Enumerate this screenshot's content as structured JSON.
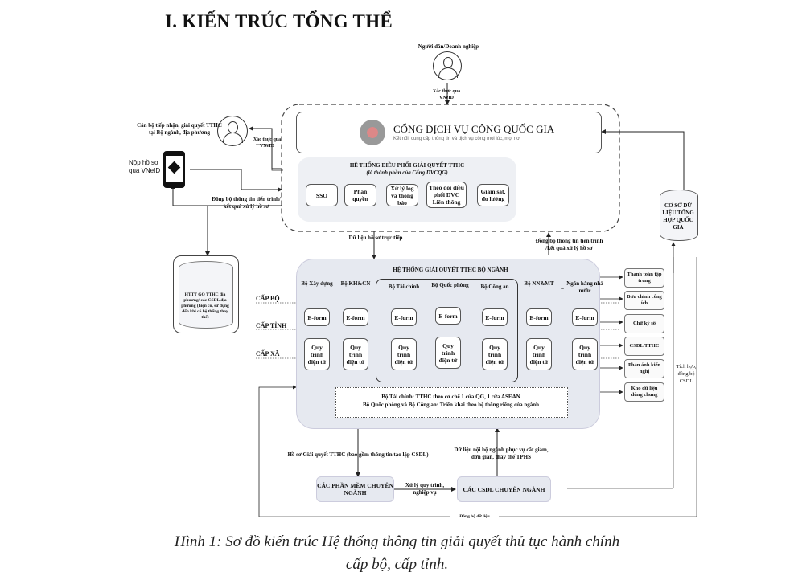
{
  "heading": "I. KIẾN TRÚC TỔNG THỂ",
  "citizen": {
    "label": "Người dân/Doanh nghiệp",
    "auth_label": "Xác thực qua VNeID"
  },
  "officer": {
    "label": "Cán bộ tiếp nhận, giải quyết TTHC tại Bộ ngành, địa phương",
    "auth_label": "Xác thực qua VNeID"
  },
  "mobile": {
    "label": "Nộp hồ sơ qua VNeID"
  },
  "sync_left_label": "Đồng bộ thông tin tiến trình/ kết quả xử lý hồ sơ",
  "portal": {
    "title": "CỔNG DỊCH VỤ CÔNG QUỐC GIA",
    "subtitle": "Kết nối, cung cấp thông tin và dịch vụ công mọi lúc, mọi nơi"
  },
  "coordination": {
    "title": "HỆ THỐNG ĐIỀU PHỐI GIẢI QUYẾT TTHC",
    "subtitle": "(là thành phần của Cổng DVCQG)",
    "modules": [
      "SSO",
      "Phân quyền",
      "Xử lý log và thông báo",
      "Theo dõi điều phối DVC Liên thông",
      "Giám sát, đo lường"
    ]
  },
  "direct_data_label": "Dữ liệu hồ sơ trực tiếp",
  "sync_right_label": "Đồng bộ thông tin tiến trình /kết quả xử lý hồ sơ",
  "national_db": "CƠ SỞ DỮ LIỆU TỔNG HỢP QUỐC GIA",
  "local_db": "HTTT GQ TTHC địa phương/ các CSDL địa phương (hiện có, sử dụng đến khi có hệ thống thay thế)",
  "levels": [
    "CẤP BỘ",
    "CẤP TỈNH",
    "CẤP XÃ"
  ],
  "ministry_system": {
    "title": "HỆ THỐNG GIẢI QUYẾT TTHC BỘ NGÀNH",
    "columns": [
      {
        "name": "Bộ Xây dựng",
        "eform": "E-form",
        "process": "Quy trình điện tử"
      },
      {
        "name": "Bộ KH&CN",
        "eform": "E-form",
        "process": "Quy trình điện tử"
      },
      {
        "name": "Bộ Tài chính",
        "eform": "E-form",
        "process": "Quy trình điện tử"
      },
      {
        "name": "Bộ Quốc phòng",
        "eform": "E-form",
        "process": "Quy trình điện tử"
      },
      {
        "name": "Bộ Công an",
        "eform": "E-form",
        "process": "Quy trình điện tử"
      },
      {
        "name": "Bộ NN&MT",
        "eform": "E-form",
        "process": "Quy trình điện tử"
      },
      {
        "name": "Ngân hàng nhà nước",
        "eform": "E-form",
        "process": "Quy trình điện tử"
      }
    ],
    "separator": "–",
    "note_line1": "Bộ Tài chính:  TTHC theo cơ chế 1 cửa QG, 1 cửa ASEAN",
    "note_line2": "Bộ Quốc phòng và Bộ Công an: Triển khai theo hệ thống riêng của ngành"
  },
  "side_services": [
    "Thanh toán tập trung",
    "Bưu chính công ích",
    "Chữ ký số",
    "CSDL TTHC",
    "Phản ánh kiến nghị",
    "Kho dữ liệu dùng chung"
  ],
  "integration_label": "Tích hợp, đồng bộ CSDL",
  "dossier_label": "Hồ sơ Giải quyết TTHC (bao gồm thông tin tạo lập CSDL)",
  "internal_data_label": "Dữ liệu nội bộ ngành phục vụ cắt giảm, đơn giản, thay thế TPHS",
  "specialized_software": "CÁC PHẦN MỀM CHUYÊN NGÀNH",
  "process_label": "Xử lý quy trình, nghiệp vụ",
  "specialized_db": "CÁC CSDL CHUYÊN NGÀNH",
  "data_sync_label": "Đồng bộ dữ liệu",
  "caption_line1": "Hình 1: Sơ đồ kiến trúc Hệ thống thông tin giải quyết thủ tục hành chính",
  "caption_line2": "cấp bộ, cấp tỉnh."
}
